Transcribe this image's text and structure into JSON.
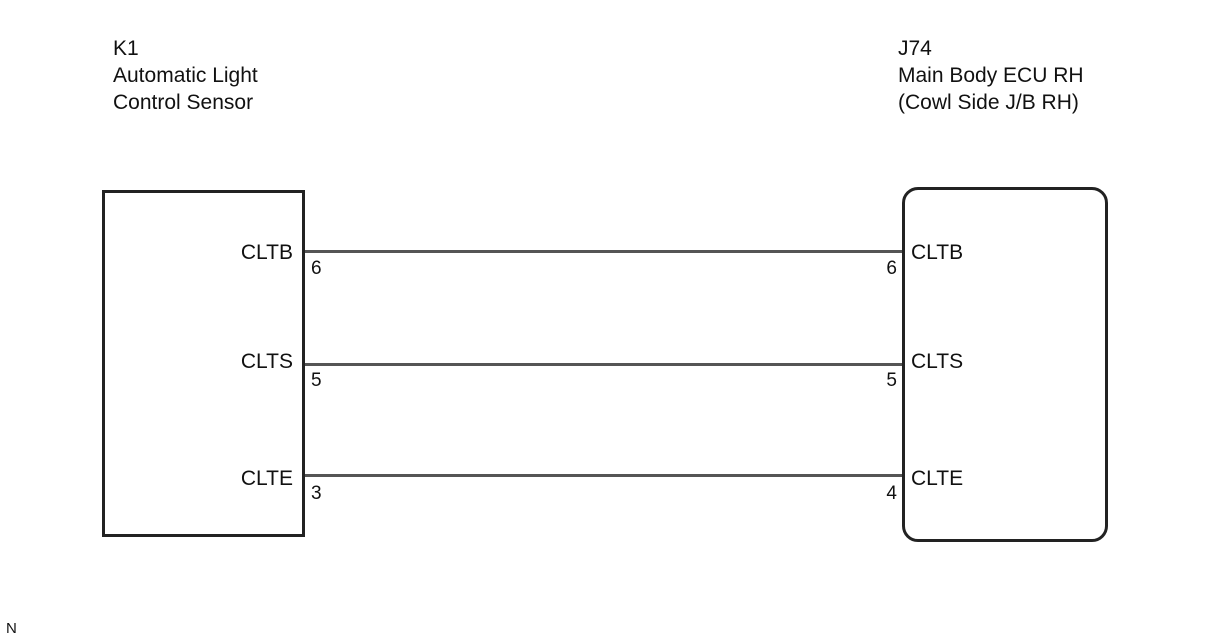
{
  "left_component": {
    "code": "K1",
    "name_line1": "Automatic Light",
    "name_line2": "Control Sensor"
  },
  "right_component": {
    "code": "J74",
    "name_line1": "Main Body ECU RH",
    "name_line2": "(Cowl Side J/B RH)"
  },
  "wires": [
    {
      "left_signal": "CLTB",
      "left_pin": "6",
      "right_signal": "CLTB",
      "right_pin": "6"
    },
    {
      "left_signal": "CLTS",
      "left_pin": "5",
      "right_signal": "CLTS",
      "right_pin": "5"
    },
    {
      "left_signal": "CLTE",
      "left_pin": "3",
      "right_signal": "CLTE",
      "right_pin": "4"
    }
  ],
  "footer_code": "N"
}
